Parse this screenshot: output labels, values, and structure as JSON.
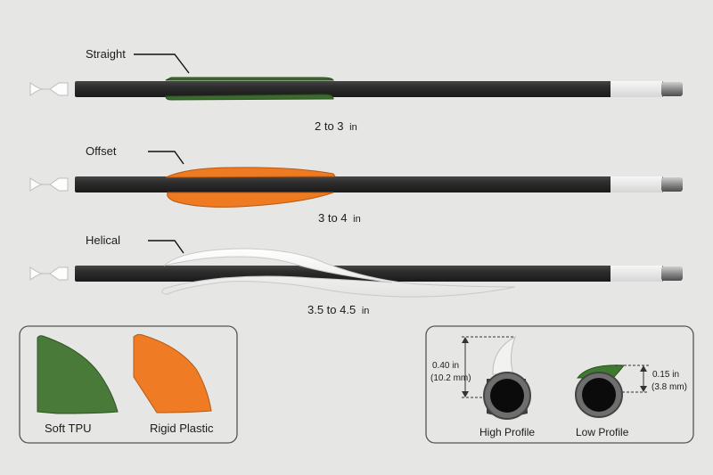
{
  "arrows": [
    {
      "style_label": "Straight",
      "length_value": "2 to 3",
      "length_unit": "in",
      "vane_color": "#3c6b2e"
    },
    {
      "style_label": "Offset",
      "length_value": "3 to 4",
      "length_unit": "in",
      "vane_color": "#ee7a22"
    },
    {
      "style_label": "Helical",
      "length_value": "3.5 to 4.5",
      "length_unit": "in",
      "vane_color": "#f4f4f2"
    }
  ],
  "materials": [
    {
      "label": "Soft TPU",
      "color": "#4a7a3a"
    },
    {
      "label": "Rigid Plastic",
      "color": "#ef7c24"
    }
  ],
  "profiles": {
    "high": {
      "label": "High Profile",
      "height_in": "0.40 in",
      "height_mm": "(10.2 mm)",
      "vane_color": "#f2f2f0"
    },
    "low": {
      "label": "Low Profile",
      "height_in": "0.15 in",
      "height_mm": "(3.8 mm)",
      "vane_color": "#3f7a2f"
    }
  },
  "colors": {
    "shaft": "#2b2b2b",
    "nock": "#ffffff",
    "background": "#e6e6e4"
  }
}
